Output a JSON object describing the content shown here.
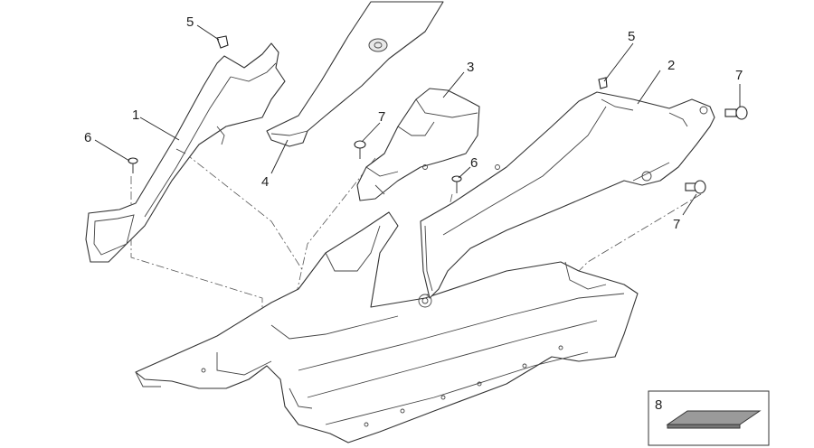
{
  "diagram": {
    "callouts": {
      "c1": "1",
      "c2": "2",
      "c3": "3",
      "c4": "4",
      "c5a": "5",
      "c5b": "5",
      "c6a": "6",
      "c6b": "6",
      "c7a": "7",
      "c7b": "7",
      "c7c": "7",
      "c8": "8"
    }
  }
}
